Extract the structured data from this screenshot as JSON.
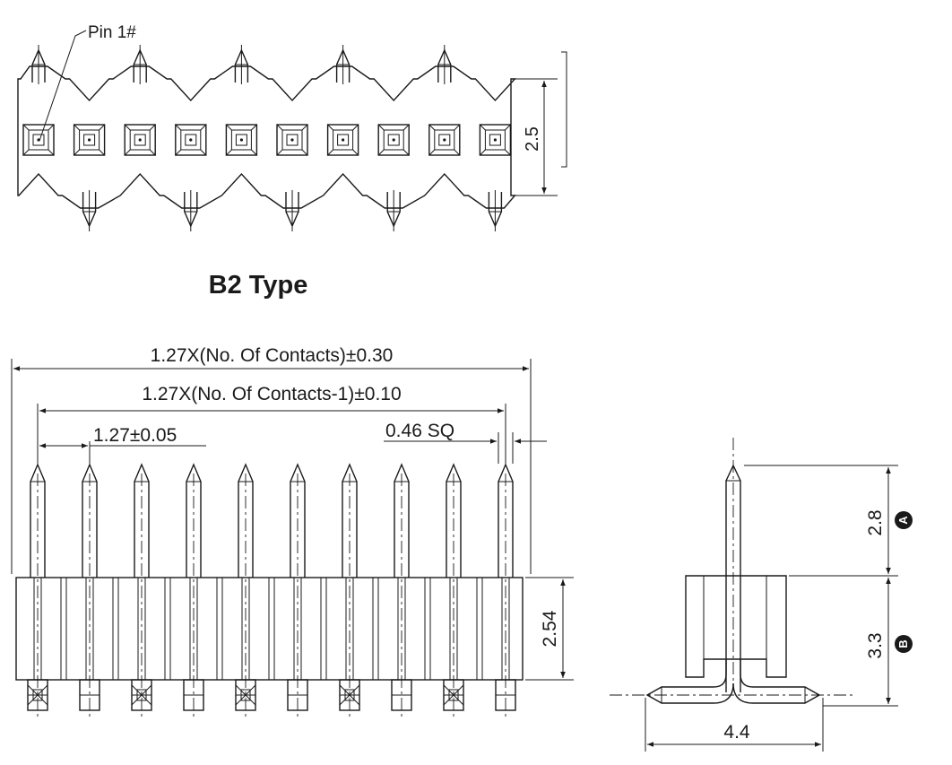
{
  "top_view": {
    "pin1_label": "Pin 1#",
    "height_dim": "2.5"
  },
  "title": "B2 Type",
  "front_view": {
    "overall_length": "1.27X(No. Of Contacts)±0.30",
    "pin_span": "1.27X(No. Of Contacts-1)±0.10",
    "pitch": "1.27±0.05",
    "pin_size": "0.46 SQ",
    "body_height": "2.54"
  },
  "side_view": {
    "dim_a": "2.8",
    "dim_a_marker": "A",
    "dim_b": "3.3",
    "dim_b_marker": "B",
    "width": "4.4"
  },
  "pin_count": 10
}
